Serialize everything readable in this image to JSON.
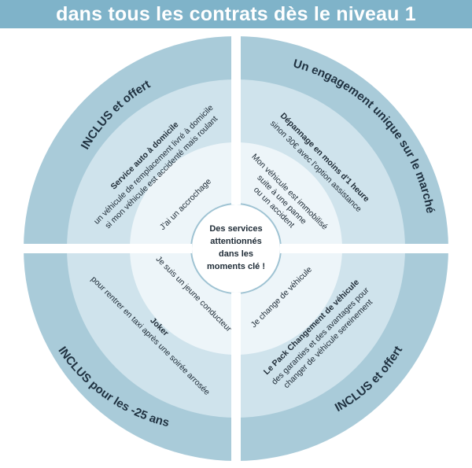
{
  "banner": {
    "title": "dans tous les contrats dès le niveau 1"
  },
  "ring": {
    "top_left": "INCLUS et offert",
    "top_right": "Un engagement unique sur le marché",
    "bottom_left": "INCLUS pour les -25 ans",
    "bottom_right": "INCLUS et offert"
  },
  "quadrants": {
    "top_left": {
      "title": "Service auto à domicile",
      "line1": "un véhicule de remplacement livré à domicile",
      "line2": "si mon véhicule est accidenté mais roulant",
      "situation": "J'ai un accrochage"
    },
    "top_right": {
      "title_line1": "Dépannage en moins d'1 heure",
      "line1": "sinon 30€ avec l'option assistance",
      "situation_line1": "Mon véhicule est immobilisé",
      "situation_line2": "suite à une panne",
      "situation_line3": "ou un accident"
    },
    "bottom_left": {
      "title": "Joker",
      "line1": "pour rentrer en taxi après une soirée arrosée",
      "situation": "Je suis un jeune conducteur"
    },
    "bottom_right": {
      "title": "Le Pack Changement de véhicule",
      "line1": "des garanties et des avantages pour",
      "line2": "changer de véhicule sereinement",
      "situation": "Je change de véhicule"
    }
  },
  "center": {
    "line1": "Des services",
    "line2": "attentionnés",
    "line3": "dans les",
    "line4": "moments clé !"
  },
  "colors": {
    "banner": "#7fb3c9",
    "outer_ring": "#a9cbd9",
    "middle_ring": "#cfe3ec",
    "inner_ring": "#edf5f9",
    "text": "#1e2b36"
  }
}
